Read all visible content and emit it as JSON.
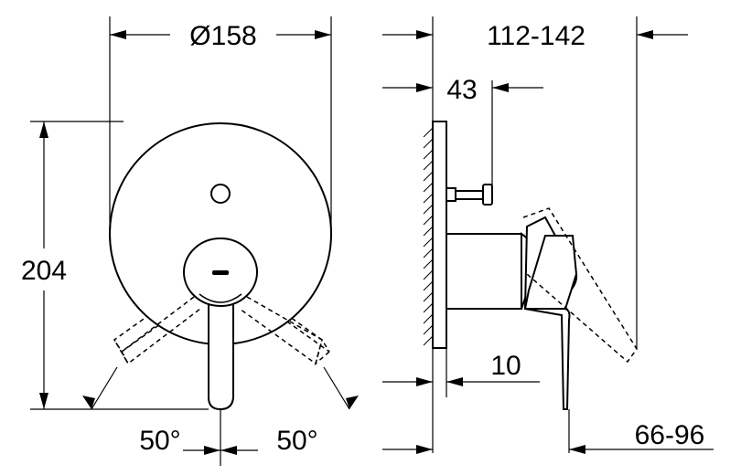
{
  "dimensions": {
    "diameter": "Ø158",
    "projection_range": "112-142",
    "body_depth": "43",
    "height": "204",
    "plate_thickness": "10",
    "handle_range": "66-96",
    "angle_left": "50°",
    "angle_right": "50°"
  }
}
